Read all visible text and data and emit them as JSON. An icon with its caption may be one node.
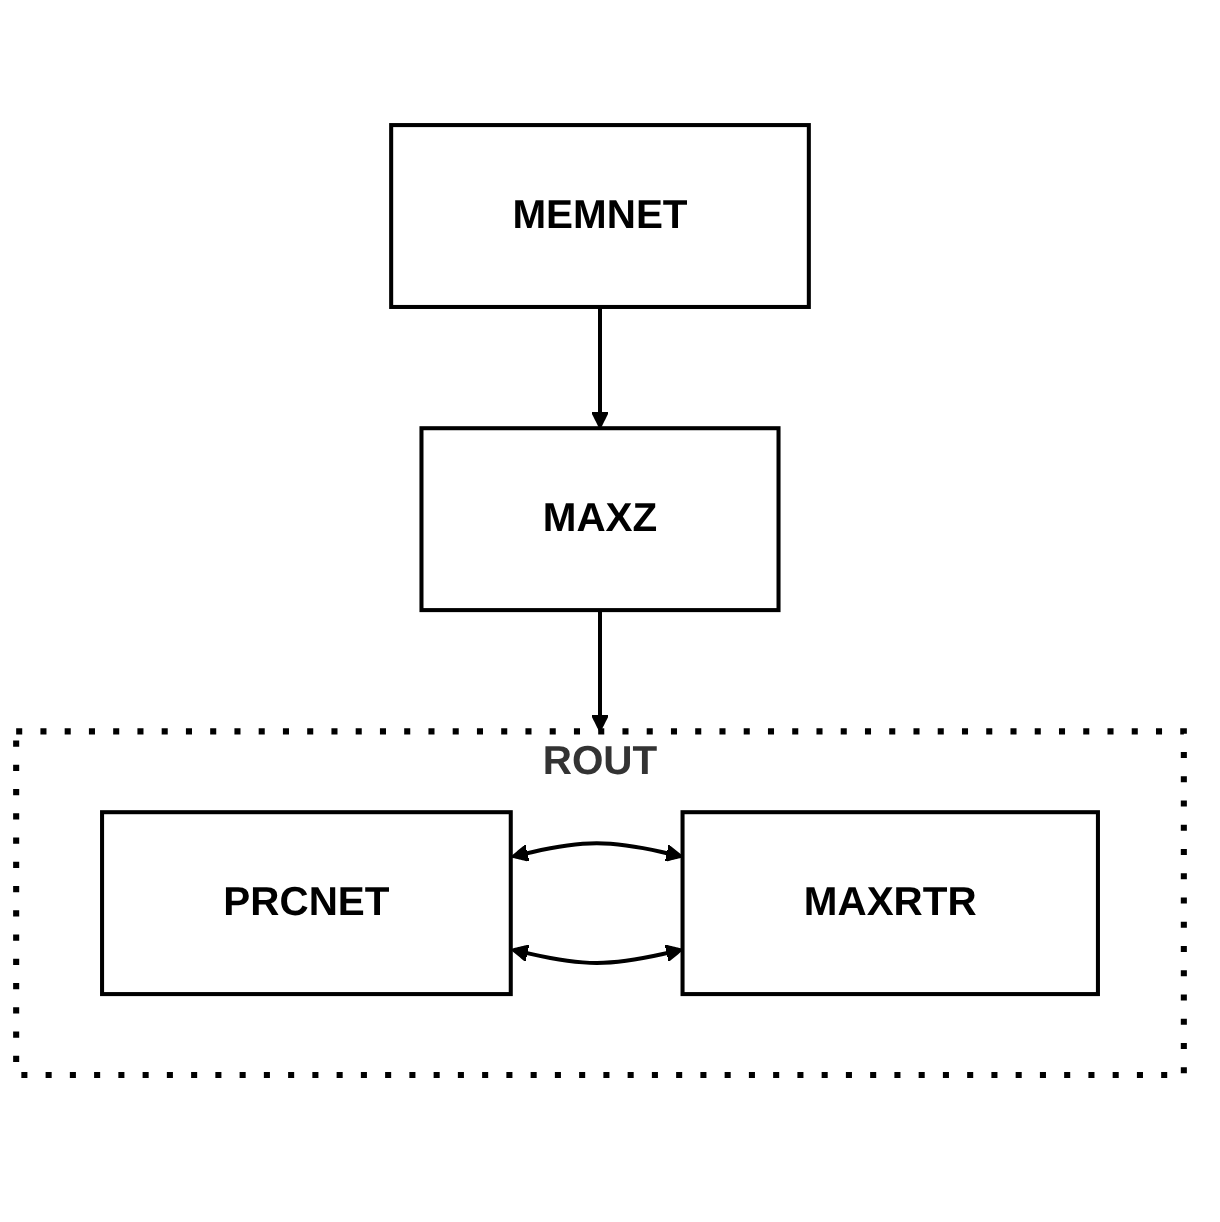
{
  "diagram": {
    "nodes": [
      {
        "text": [
          "MEMNET"
        ]
      },
      {
        "text": [
          "MAXZ"
        ]
      },
      {
        "text": [
          "ROUT"
        ]
      },
      {
        "text": [
          "PRCNET"
        ],
        "in": 2
      },
      {
        "text": [
          "MAXRTR"
        ],
        "in": 2
      }
    ],
    "edges": [
      {
        "from": 0,
        "to": 1,
        "arrow": "to"
      },
      {
        "from": 1,
        "to": 2,
        "arrow": "to"
      },
      {
        "from": 3,
        "to": 4,
        "arrow": "both"
      },
      {
        "from": 3,
        "to": 4,
        "arrow": "both"
      }
    ]
  }
}
